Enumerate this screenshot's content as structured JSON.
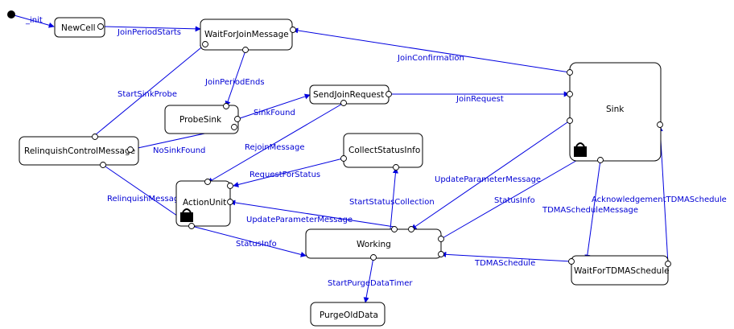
{
  "states": [
    {
      "id": "NewCell",
      "label": "NewCell"
    },
    {
      "id": "WaitForJoinMessage",
      "label": "WaitForJoinMessage"
    },
    {
      "id": "ProbeSink",
      "label": "ProbeSink"
    },
    {
      "id": "SendJoinRequest",
      "label": "SendJoinRequest"
    },
    {
      "id": "RelinquishControlMessage",
      "label": "RelinquishControlMessage"
    },
    {
      "id": "CollectStatusInfo",
      "label": "CollectStatusInfo"
    },
    {
      "id": "ActionUnit",
      "label": "ActionUnit"
    },
    {
      "id": "Working",
      "label": "Working"
    },
    {
      "id": "PurgeOldData",
      "label": "PurgeOldData"
    },
    {
      "id": "Sink",
      "label": "Sink"
    },
    {
      "id": "WaitForTDMASchedule",
      "label": "WaitForTDMASchedule"
    }
  ],
  "transitions": [
    {
      "id": "init",
      "label": "_init"
    },
    {
      "id": "join-period-starts",
      "label": "JoinPeriodStarts"
    },
    {
      "id": "join-confirmation",
      "label": "JoinConfirmation"
    },
    {
      "id": "join-period-ends",
      "label": "JoinPeriodEnds"
    },
    {
      "id": "start-sink-probe",
      "label": "StartSinkProbe"
    },
    {
      "id": "sink-found",
      "label": "SinkFound"
    },
    {
      "id": "join-request",
      "label": "JoinRequest"
    },
    {
      "id": "no-sink-found",
      "label": "NoSinkFound"
    },
    {
      "id": "rejoin-message",
      "label": "RejoinMessage"
    },
    {
      "id": "request-for-status",
      "label": "RequestForStatus"
    },
    {
      "id": "update-parameter-message-1",
      "label": "UpdateParameterMessage"
    },
    {
      "id": "relinquish-message",
      "label": "RelinquishMessage"
    },
    {
      "id": "start-status-collection",
      "label": "StartStatusCollection"
    },
    {
      "id": "status-info-1",
      "label": "StatusInfo"
    },
    {
      "id": "update-parameter-message-2",
      "label": "UpdateParameterMessage"
    },
    {
      "id": "status-info-2",
      "label": "StatusInfo"
    },
    {
      "id": "acknowledgement-tdma-schedule",
      "label": "AcknowledgementTDMASchedule"
    },
    {
      "id": "tdma-schedule-message",
      "label": "TDMAScheduleMessage"
    },
    {
      "id": "tdma-schedule",
      "label": "TDMASchedule"
    },
    {
      "id": "start-purge-data-timer",
      "label": "StartPurgeDataTimer"
    }
  ],
  "colors": {
    "edge": "#0000e0",
    "edge_label": "#0000d4",
    "box_stroke": "#000000"
  }
}
